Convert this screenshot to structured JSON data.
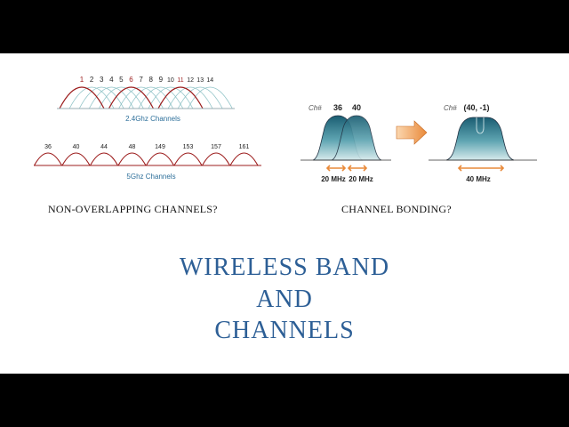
{
  "band24": {
    "channels": [
      "1",
      "2",
      "3",
      "4",
      "5",
      "6",
      "7",
      "8",
      "9",
      "10",
      "11",
      "12",
      "13",
      "14"
    ],
    "highlight_channels": [
      "1",
      "6",
      "11"
    ],
    "label": "2.4Ghz Channels"
  },
  "band5": {
    "channels": [
      "36",
      "40",
      "44",
      "48",
      "149",
      "153",
      "157",
      "161"
    ],
    "label": "5Ghz Channels"
  },
  "bonding": {
    "ch_label": "Ch#",
    "left_channels": [
      "36",
      "40"
    ],
    "right_channel": "(40, -1)",
    "left_widths": [
      "20 MHz",
      "20 MHz"
    ],
    "right_width": "40 MHz"
  },
  "captions": {
    "left": "NON-OVERLAPPING CHANNELS?",
    "right": "CHANNEL BONDING?"
  },
  "title": {
    "line1": "WIRELESS BAND",
    "line2": "AND",
    "line3": "CHANNELS"
  },
  "colors": {
    "red": "#9c1c1c",
    "teal": "#8fc3c7",
    "title_blue": "#2d5f96",
    "orange": "#e98a3a"
  }
}
